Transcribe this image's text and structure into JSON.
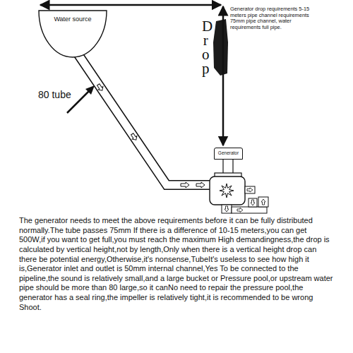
{
  "diagram": {
    "nodes": [
      {
        "text": [
          "Water source"
        ]
      },
      {
        "text": [
          "Generator"
        ]
      }
    ],
    "labels": [
      "Generator drop requirements 5-15 meters pipe channel requirements 75mm pipe channel, water requirements full pipe.",
      "Drop",
      "80 tube",
      "The generator needs to meet the above requirements before it can be fully distributed normally.The tube passes 75mm If there is a difference of 10-15 meters,you can get 500W,if you want to get full,you must reach the maximum High demandingness,the drop is calculated by vertical height,not by length,Only when there is a vertical height drop can there be potential energy,Otherwise,it's nonsense,TubeIt's useless to see how high it is,Generator inlet and outlet is 50mm internal channel,Yes To be connected to the pipeline,the sound is relatively small,and a large bucket or Pressure pool,or upstream water pipe should be more than 80 large,so it canNo need to repair the pressure pool,the generator has a seal ring,the impeller is relatively tight,it is recommended to be wrong Shoot."
    ]
  }
}
